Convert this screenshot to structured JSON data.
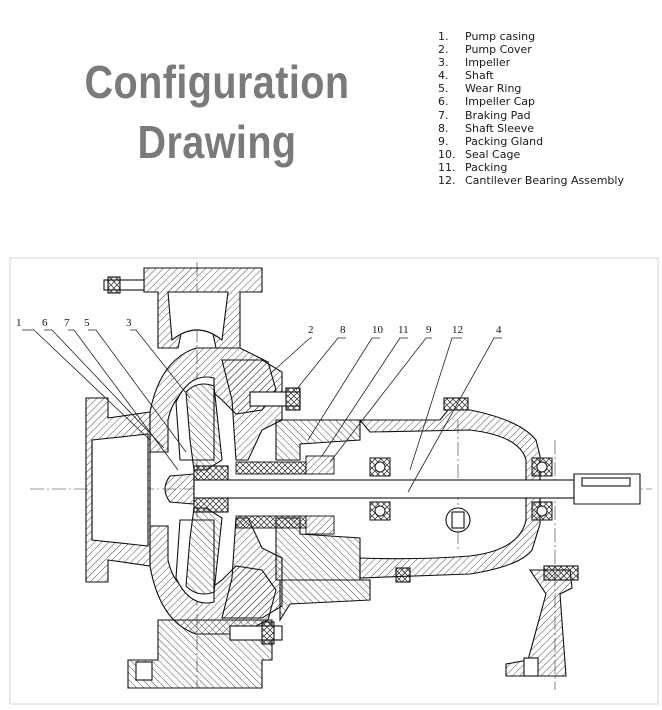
{
  "title": {
    "line1": "Configuration",
    "line2": "Drawing"
  },
  "legend": [
    {
      "num": "1.",
      "label": "Pump casing"
    },
    {
      "num": "2.",
      "label": "Pump Cover"
    },
    {
      "num": "3.",
      "label": "Impeller"
    },
    {
      "num": "4.",
      "label": "Shaft"
    },
    {
      "num": "5.",
      "label": "Wear Ring"
    },
    {
      "num": "6.",
      "label": "Impeller Cap"
    },
    {
      "num": "7.",
      "label": "Braking Pad"
    },
    {
      "num": "8.",
      "label": "Shaft Sleeve"
    },
    {
      "num": "9.",
      "label": "Packing Gland"
    },
    {
      "num": "10.",
      "label": "Seal Cage"
    },
    {
      "num": "11.",
      "label": "Packing"
    },
    {
      "num": "12.",
      "label": "Cantilever Bearing Assembly"
    }
  ],
  "callouts": [
    "1",
    "6",
    "7",
    "5",
    "3",
    "2",
    "8",
    "10",
    "11",
    "9",
    "12",
    "4"
  ]
}
